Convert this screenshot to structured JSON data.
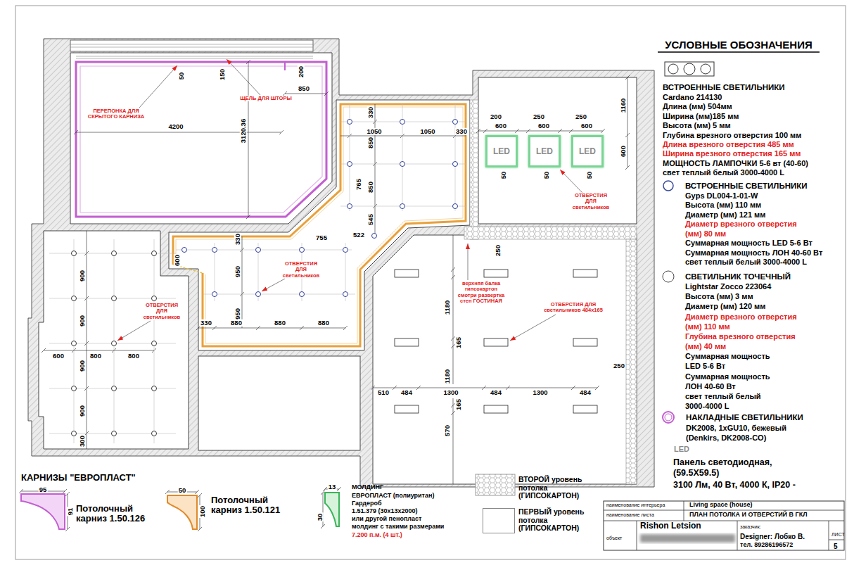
{
  "diagram": {
    "title": "УСЛОВНЫЕ ОБОЗНАЧЕНИЯ",
    "nodes": [
      {
        "text": [
          "LED"
        ]
      },
      {
        "text": [
          "LED"
        ]
      },
      {
        "text": [
          "LED"
        ]
      }
    ],
    "labels": [
      "ПЕРЕПОНКА ДЛЯ СКРЫТОГО КАРНИЗА",
      "ЩЕЛЬ ДЛЯ ШТОРЫ",
      "50",
      "150",
      "200",
      "850",
      "4200",
      "3120.36",
      "330",
      "1050",
      "1050",
      "330",
      "850",
      "765",
      "850",
      "545",
      "522",
      "755",
      "330",
      "600",
      "ОТВЕРСТИЯ ДЛЯ светильников",
      "950",
      "950",
      "330",
      "880",
      "880",
      "880",
      "ОТВЕРСТИЯ ДЛЯ светильников",
      "600",
      "800",
      "800",
      "900",
      "900",
      "900",
      "900",
      "300",
      "200",
      "250",
      "250",
      "600",
      "600",
      "600",
      "1160",
      "600",
      "50",
      "50",
      "50",
      "ОТВЕРСТИЯ ДЛЯ светильников",
      "250",
      "верхняя балка гипсокартон смотри развертка стен ГОСТИНАЯ",
      "ОТВЕРСТИЯ ДЛЯ светильников 484х165",
      "1180",
      "165",
      "1180",
      "165",
      "570",
      "510",
      "484",
      "1300",
      "484",
      "1300",
      "484",
      "250",
      "Cardano 214130",
      "Длина (мм) 504мм",
      "Ширина (мм)185 мм",
      "Высота (мм) 5 мм",
      "Глубина врезного отверстия 100 мм",
      "Длина врезного отверстия 485 мм",
      "Ширина врезного отверстия 165 мм",
      "МОЩНОСТЬ ЛАМПОЧКИ 5-6 вт (40-60)",
      "свет теплый белый 3000-4000 L",
      "Gyps DL004-1-01-W",
      "Высота (мм) 110 мм",
      "Диаметр (мм) 121 мм",
      "Диаметр врезного отверстия",
      "(мм) 80 мм",
      "Суммарная мощность LED 5-6 Вт",
      "Суммарная мощность ЛОН 40-60 Вт",
      "свет теплый белый 3000-4000 L",
      "Lightstar Zocco 223064",
      "Высота (мм) 3 мм",
      "Диаметр (мм) 120 мм",
      "Диаметр врезного отверстия",
      "(мм) 110 мм",
      "Глубина врезного отверстия",
      "(мм) 40 мм",
      "Суммарная мощность",
      "LED 5-6 Вт",
      "Суммарная мощность",
      "ЛОН 40-60 Вт",
      "свет теплый белый",
      "3000-4000 L",
      "DK2008, 1xGU10, бежевый",
      "(Denkirs, DK2008-CO)",
      "LED",
      "(59.5X59.5)",
      "3100 Лм, 40 Вт, 4000 К, IP20 -",
      "КАРНИЗЫ \"ЕВРОПЛАСТ\"",
      "95",
      "91",
      "50",
      "100",
      "13",
      "30",
      "ЕВРОПЛАСТ (полиуритан)",
      "Гардероб",
      "1.51.379 (30х13х2000)",
      "или другой пенопласт",
      "молдинг с такими размерами",
      "7.200 п.м. (4 шт.)",
      "наименование интерьера",
      "Living space (house)",
      "наименование листа",
      "ПЛАН ПОТОЛКА И ОТВЕРСТИЙ В ГКЛ",
      "объект",
      "Rishon Letsion",
      "заказчик:",
      "Designer: Лобко В.",
      "тел. 89286196572",
      "ЛИСТ",
      "5"
    ],
    "legend": [
      {
        "text": "ВСТРОЕННЫЕ СВЕТИЛЬНИКИ"
      },
      {
        "text": "ВСТРОЕННЫЕ СВЕТИЛЬНИКИ"
      },
      {
        "text": "СВЕТИЛЬНИК ТОЧЕЧНЫЙ"
      },
      {
        "text": "НАКЛАДНЫЕ СВЕТИЛЬНИКИ"
      },
      {
        "text": "Панель светодиодная,"
      },
      {
        "text": "Потолочный карниз 1.50.126"
      },
      {
        "text": "Потолочный карниз 1.50.121"
      },
      {
        "text": "МОЛДИНГ"
      },
      {
        "text": "ВТОРОЙ уровень потолка (ГИПСОКАРТОН)"
      },
      {
        "text": "ПЕРВЫЙ уровень потолка (ГИПСОКАРТОН)",
        "color": "#ffffff"
      }
    ]
  }
}
